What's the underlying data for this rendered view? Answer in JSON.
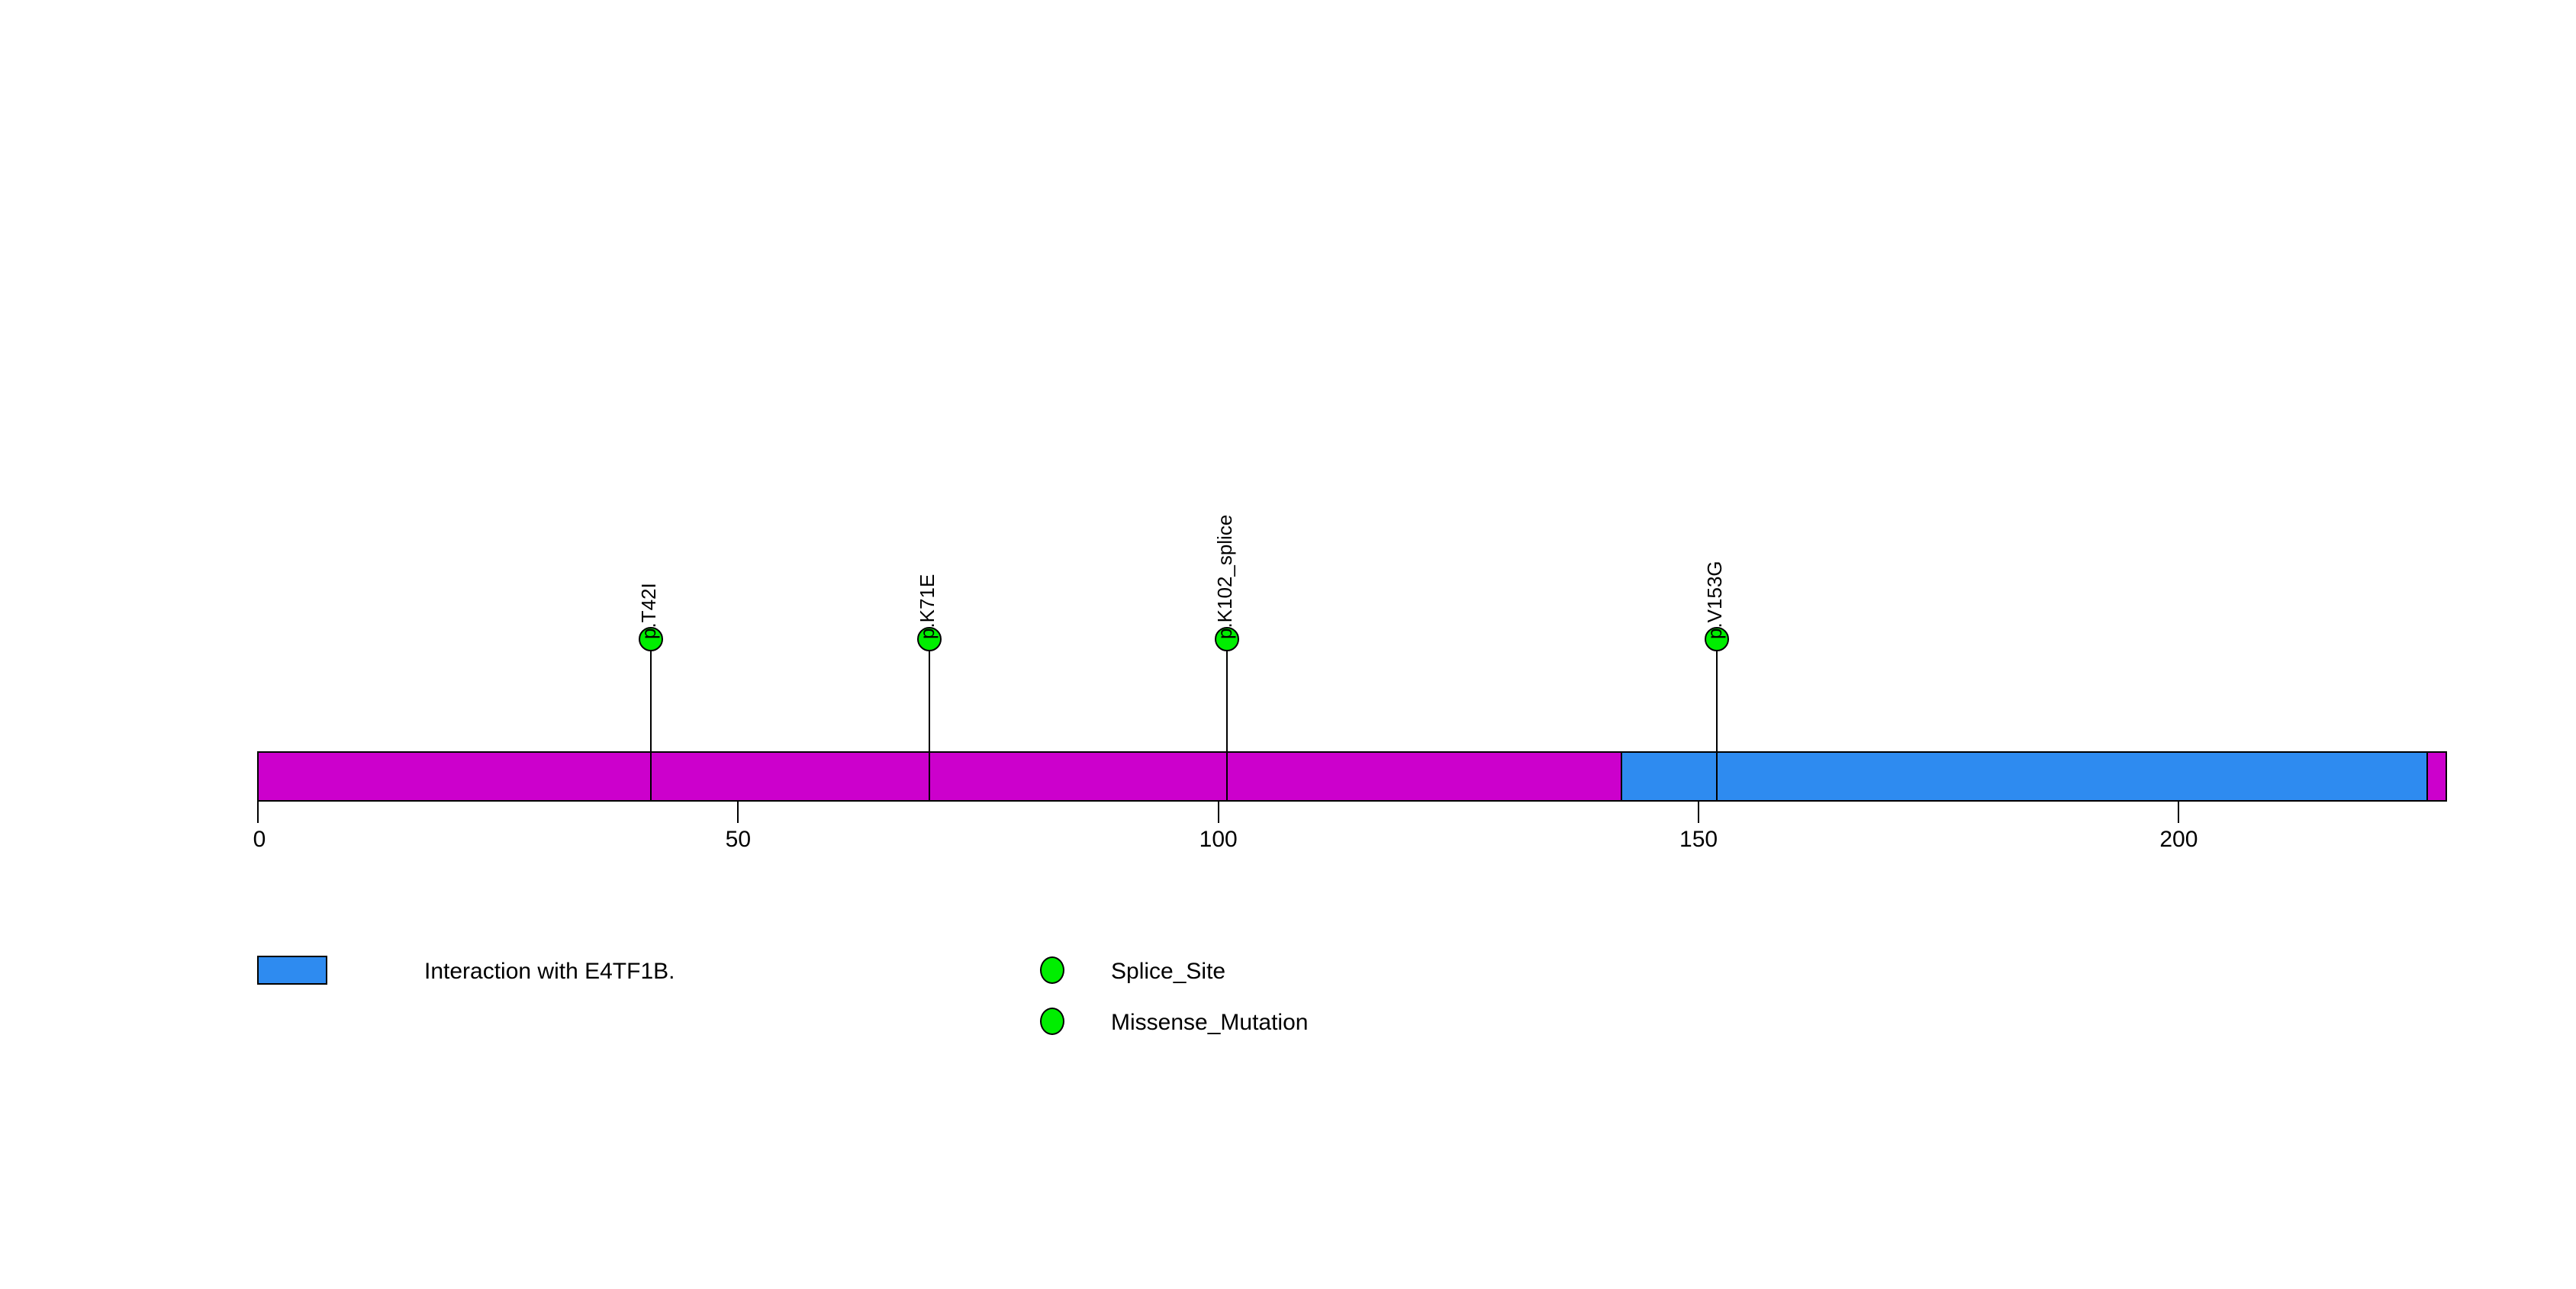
{
  "chart_data": {
    "type": "lollipop",
    "title": "",
    "xlabel": "",
    "ylabel": "",
    "xlim": [
      0,
      228
    ],
    "protein_length": 228,
    "axis_ticks": [
      0,
      50,
      100,
      150,
      200
    ],
    "grid": false,
    "legend_position": "bottom",
    "backbone_color": "#cc00cc",
    "domains": [
      {
        "name": "Interaction with E4TF1B.",
        "start": 142,
        "end": 226,
        "color": "#2e8bf0"
      }
    ],
    "mutations": [
      {
        "label": "p.T42I",
        "position": 41,
        "type": "Missense_Mutation",
        "count": 1,
        "color": "#00ee00"
      },
      {
        "label": "p.K71E",
        "position": 70,
        "type": "Missense_Mutation",
        "count": 1,
        "color": "#00ee00"
      },
      {
        "label": "p.K102_splice",
        "position": 101,
        "type": "Splice_Site",
        "count": 1,
        "color": "#00ee00"
      },
      {
        "label": "p.V153G",
        "position": 152,
        "type": "Missense_Mutation",
        "count": 1,
        "color": "#00ee00"
      }
    ],
    "legend": {
      "domain_entries": [
        {
          "label": "Interaction with E4TF1B.",
          "color": "#2e8bf0",
          "shape": "rect"
        }
      ],
      "mutation_entries": [
        {
          "label": "Splice_Site",
          "color": "#00ee00",
          "shape": "circle"
        },
        {
          "label": "Missense_Mutation",
          "color": "#00ee00",
          "shape": "circle"
        }
      ]
    }
  },
  "colors": {
    "backbone": "#cc00cc",
    "domain": "#2e8bf0",
    "marker": "#00ee00",
    "stroke": "#000000",
    "background": "#ffffff"
  }
}
